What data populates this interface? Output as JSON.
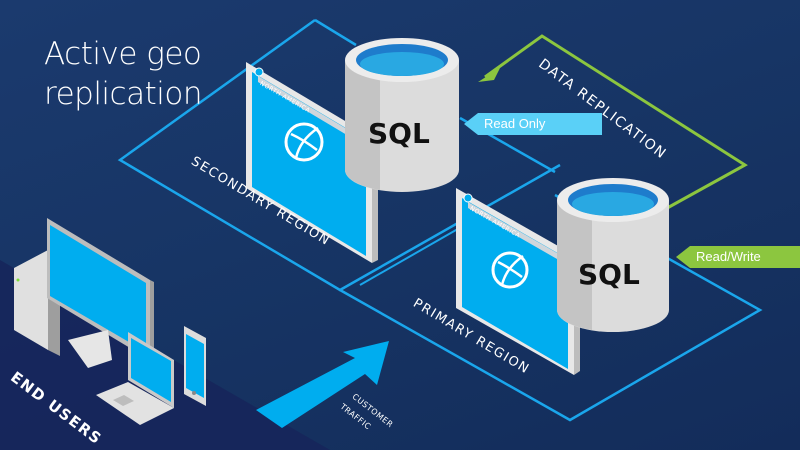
{
  "title": {
    "line1": "Active geo",
    "line2": "replication"
  },
  "regions": {
    "secondary": {
      "label": "SECONDARY REGION",
      "badge": "NORTH AMERICA",
      "db_label": "SQL",
      "access_tag": "Read Only"
    },
    "primary": {
      "label": "PRIMARY REGION",
      "badge": "NORTH AMERICA",
      "db_label": "SQL",
      "access_tag": "Read/Write"
    }
  },
  "replication": {
    "label": "DATA REPLICATION",
    "color": "#8cc63f"
  },
  "end_users": {
    "label": "END USERS",
    "devices": [
      "desktop",
      "laptop",
      "phone"
    ]
  },
  "traffic": {
    "line1": "CUSTOMER",
    "line2": "TRAFFIC"
  },
  "colors": {
    "accent": "#00adef",
    "region_line": "#1aa6ec",
    "read_only": "#5ad0f7",
    "read_write": "#8cc63f",
    "background": "#173565"
  }
}
